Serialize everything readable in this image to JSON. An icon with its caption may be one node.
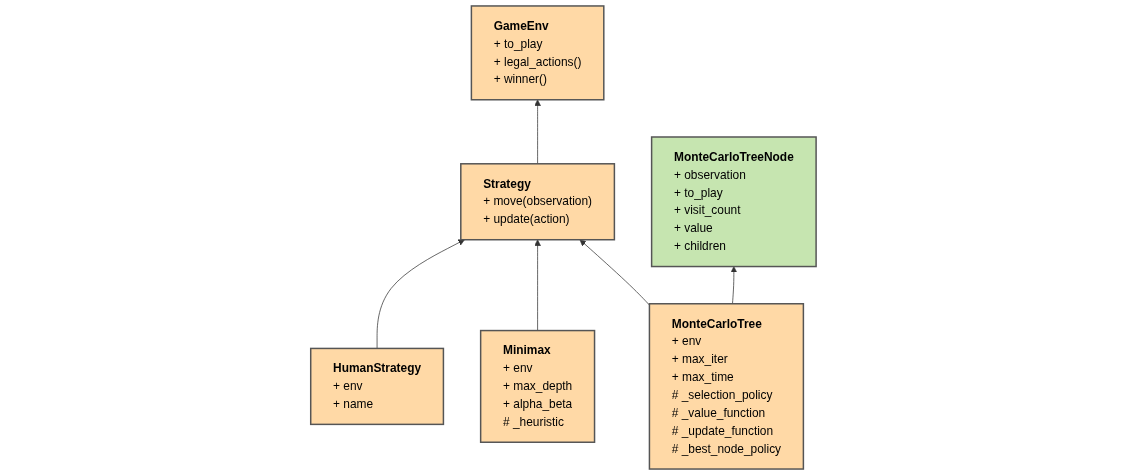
{
  "diagram": {
    "nodes": [
      {
        "text": [
          "Strategy",
          "+ move(observation)",
          "+ update(action)"
        ]
      },
      {
        "text": [
          "GameEnv",
          "+ to_play",
          "+ legal_actions()",
          "+ winner()"
        ]
      },
      {
        "text": [
          "HumanStrategy",
          "+ env",
          "+ name"
        ]
      },
      {
        "text": [
          "Minimax",
          "+ env",
          "+ max_depth",
          "+ alpha_beta",
          "# _heuristic"
        ]
      },
      {
        "text": [
          "MonteCarloTree",
          "+ env",
          "+ max_iter",
          "+ max_time",
          "# _selection_policy",
          "# _value_function",
          "# _update_function",
          "# _best_node_policy"
        ]
      },
      {
        "text": [
          "MonteCarloTreeNode",
          "+ observation",
          "+ to_play",
          "+ visit_count",
          "+ value",
          "+ children"
        ]
      }
    ],
    "edges": [
      {
        "from": 0,
        "to": 1,
        "arrow": "to"
      },
      {
        "from": 2,
        "to": 0,
        "arrow": "to"
      },
      {
        "from": 3,
        "to": 0,
        "arrow": "to"
      },
      {
        "from": 4,
        "to": 0,
        "arrow": "to"
      },
      {
        "from": 4,
        "to": 5,
        "arrow": "to"
      }
    ]
  }
}
